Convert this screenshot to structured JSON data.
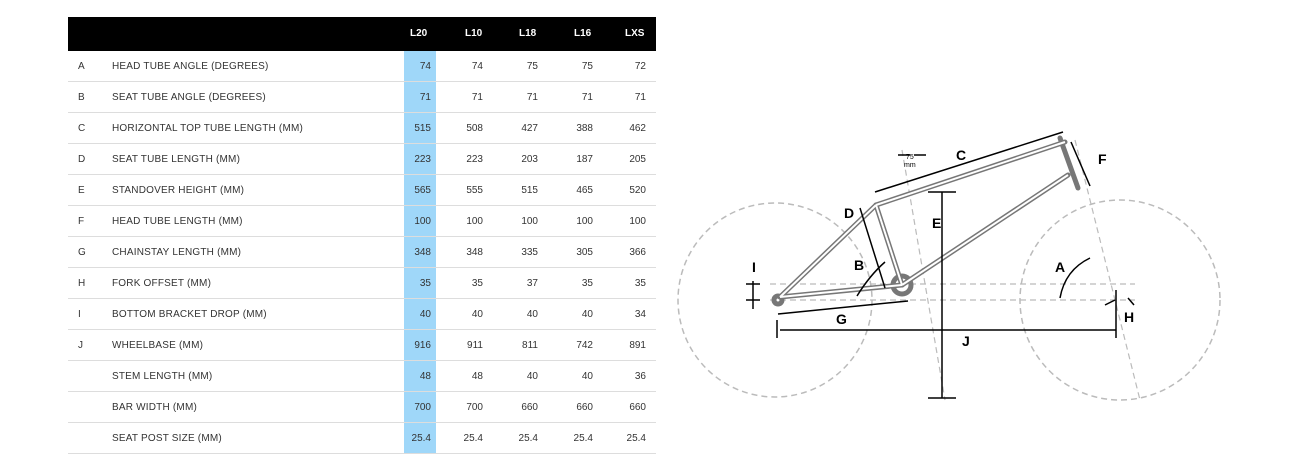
{
  "table": {
    "columns": [
      "L20",
      "L10",
      "L18",
      "L16",
      "LXS"
    ],
    "highlight_color": "#9fd7f9",
    "rows": [
      {
        "letter": "A",
        "label": "HEAD TUBE ANGLE (DEGREES)",
        "values": [
          "74",
          "74",
          "75",
          "75",
          "72"
        ]
      },
      {
        "letter": "B",
        "label": "SEAT TUBE ANGLE (DEGREES)",
        "values": [
          "71",
          "71",
          "71",
          "71",
          "71"
        ]
      },
      {
        "letter": "C",
        "label": "HORIZONTAL TOP TUBE LENGTH (MM)",
        "values": [
          "515",
          "508",
          "427",
          "388",
          "462"
        ]
      },
      {
        "letter": "D",
        "label": "SEAT TUBE LENGTH (MM)",
        "values": [
          "223",
          "223",
          "203",
          "187",
          "205"
        ]
      },
      {
        "letter": "E",
        "label": "STANDOVER HEIGHT (MM)",
        "values": [
          "565",
          "555",
          "515",
          "465",
          "520"
        ]
      },
      {
        "letter": "F",
        "label": "HEAD TUBE LENGTH (MM)",
        "values": [
          "100",
          "100",
          "100",
          "100",
          "100"
        ]
      },
      {
        "letter": "G",
        "label": "CHAINSTAY LENGTH (MM)",
        "values": [
          "348",
          "348",
          "335",
          "305",
          "366"
        ]
      },
      {
        "letter": "H",
        "label": "FORK OFFSET (MM)",
        "values": [
          "35",
          "35",
          "37",
          "35",
          "35"
        ]
      },
      {
        "letter": "I",
        "label": "BOTTOM BRACKET DROP (MM)",
        "values": [
          "40",
          "40",
          "40",
          "40",
          "34"
        ]
      },
      {
        "letter": "J",
        "label": "WHEELBASE (MM)",
        "values": [
          "916",
          "911",
          "811",
          "742",
          "891"
        ]
      },
      {
        "letter": "",
        "label": "STEM LENGTH (MM)",
        "values": [
          "48",
          "48",
          "40",
          "40",
          "36"
        ]
      },
      {
        "letter": "",
        "label": "BAR WIDTH (MM)",
        "values": [
          "700",
          "700",
          "660",
          "660",
          "660"
        ]
      },
      {
        "letter": "",
        "label": "SEAT POST SIZE (MM)",
        "values": [
          "25.4",
          "25.4",
          "25.4",
          "25.4",
          "25.4"
        ]
      }
    ]
  },
  "diagram": {
    "labels": {
      "a": "A",
      "b": "B",
      "c": "C",
      "d": "D",
      "e": "E",
      "f": "F",
      "g": "G",
      "h": "H",
      "i": "I",
      "j": "J"
    },
    "offset_note_value": "75",
    "offset_note_unit": "mm"
  }
}
